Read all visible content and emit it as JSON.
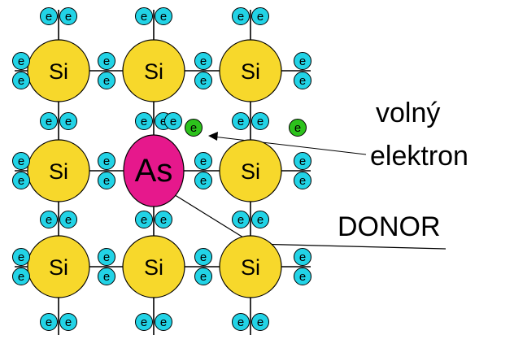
{
  "colors": {
    "silicon_fill": "#f7d82b",
    "arsenic_fill": "#e6188c",
    "electron_fill": "#22d3e6",
    "free_electron_fill": "#2cc21c",
    "outline": "#000000",
    "background": "#ffffff"
  },
  "atoms": [
    {
      "symbol": "Si"
    },
    {
      "symbol": "Si"
    },
    {
      "symbol": "Si"
    },
    {
      "symbol": "Si"
    },
    {
      "symbol": "As"
    },
    {
      "symbol": "Si"
    },
    {
      "symbol": "Si"
    },
    {
      "symbol": "Si"
    },
    {
      "symbol": "Si"
    }
  ],
  "electron_symbol": "e",
  "labels": {
    "free_electron_line1": "volný",
    "free_electron_line2": "elektron",
    "donor": "DONOR"
  }
}
